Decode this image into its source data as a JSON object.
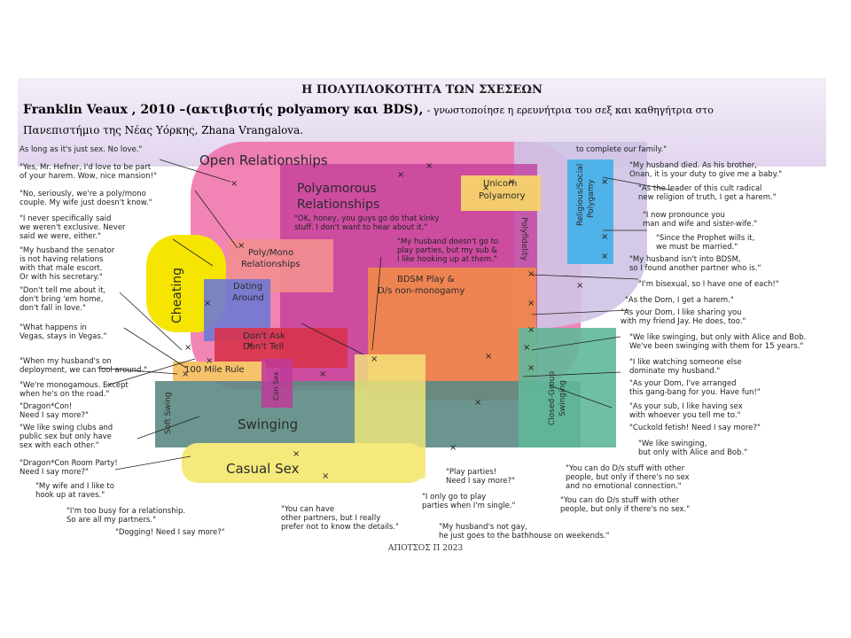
{
  "header": {
    "title": "Η ΠΟΛΥΠΛΟΚΟΤΗΤΑ ΤΩΝ ΣΧΕΣΕΩΝ",
    "author": "Franklin Veaux , 2010 –(ακτιβιστής polyamory και BDS),",
    "note": "- γνωστοποίησε η ερευνήτρια του σεξ και καθηγήτρια στο",
    "line2": "Πανεπιστήμιο της Νέας Υόρκης, Zhana Vrangalova."
  },
  "regions": {
    "open": "Open Relationships",
    "poly1": "Polyamorous",
    "poly2": "Relationships",
    "unicorn1": "Unicorn",
    "unicorn2": "Polyamory",
    "polyfidelity": "Polyfidelity",
    "religious1": "Religious/Social",
    "religious2": "Polygamy",
    "polymono1": "Poly/Mono",
    "polymono2": "Relationships",
    "cheating": "Cheating",
    "dating1": "Dating",
    "dating2": "Around",
    "bdsm1": "BDSM Play &",
    "bdsm2": "D/s non-monogamy",
    "dontask1": "Don't Ask",
    "dontask2": "Don't Tell",
    "mile": "100 Mile Rule",
    "consex": "Con Sex",
    "softswing": "Soft Swing",
    "swinging": "Swinging",
    "closedgroup1": "Closed-Group",
    "closedgroup2": "Swinging",
    "casual": "Casual Sex"
  },
  "quotes": {
    "q1": "As long as it's just sex. No love.\"",
    "q2": "\"Yes, Mr. Hefner, I'd love to be part\nof your harem. Wow, nice mansion!\"",
    "q3": "\"No, seriously, we're a poly/mono\ncouple. My wife just doesn't know.\"",
    "q4": "\"I never specifically said\nwe weren't exclusive. Never\nsaid we were, either.\"",
    "q5": "\"My husband the senator\nis not having relations\nwith that male escort.\nOr with his secretary.\"",
    "q6": "\"Don't tell me about it,\ndon't bring 'em home,\ndon't fall in love.\"",
    "q7": "\"What happens in\nVegas, stays in Vegas.\"",
    "q8": "\"When my husband's on\ndeployment, we can fool around.\"",
    "q9": "\"We're monogamous. Except\nwhen he's on the road.\"",
    "q10": "\"Dragon*Con!\nNeed I say more?\"",
    "q11": "\"We like swing clubs and\npublic sex but only have\nsex with each other.\"",
    "q12": "\"Dragon*Con Room Party!\nNeed I say more?\"",
    "q13": "\"My wife and I like to\nhook up at raves.\"",
    "q14": "\"I'm too busy for a relationship.\nSo are all my partners.\"",
    "q15": "\"Dogging! Need I say more?\"",
    "q16": "\"You can have\nother partners, but I really\nprefer not to know the details.\"",
    "q17": "\"Play parties!\nNeed I say more?\"",
    "q18": "\"I only go to play\nparties when I'm single.\"",
    "q19": "\"My husband's not gay,\nhe just goes to the bathhouse on weekends.\"",
    "q20": "\"OK, honey, you guys go do that kinky\nstuff. I don't want to hear about it.\"",
    "q21": "\"My husband doesn't go to\nplay parties, but my sub &\nI like hooking up at them.\"",
    "q22": "to complete our family.\"",
    "q23": "\"My husband died. As his brother,\nOnan, it is your duty to give me a baby.\"",
    "q24": "\"As the leader of this cult radical\nnew religion of truth, I get a harem.\"",
    "q25": "\"I now pronounce you\nman and wife and sister-wife.\"",
    "q26": "\"Since the Prophet wills it,\nwe must be married.\"",
    "q27": "\"My husband isn't into BDSM,\nso I found another partner who is.\"",
    "q28": "\"I'm bisexual, so I have one of each!\"",
    "q29": "\"As the Dom, I get a harem.\"",
    "q30": "\"As your Dom, I like sharing you\nwith my friend Jay. He does, too.\"",
    "q31": "\"We like swinging, but only with Alice and Bob.\nWe've been swinging with them for 15 years.\"",
    "q32": "\"I like watching someone else\ndominate my husband.\"",
    "q33": "\"As your Dom, I've arranged\nthis gang-bang for you. Have fun!\"",
    "q34": "\"As your sub, I like having sex\nwith whoever you tell me to.\"",
    "q35": "\"Cuckold fetish! Need I say more?\"",
    "q36": "\"We like swinging,\nbut only with Alice and Bob.\"",
    "q37": "\"You can do D/s stuff with other\npeople, but only if there's no sex\nand no emotional connection.\"",
    "q38": "\"You can do D/s stuff with other\npeople, but only if there's no sex.\""
  },
  "footer": "ΑΠΟΤΣΟΣ Π 2023",
  "colors": {
    "open": "#f06fa8",
    "poly": "#c0399a",
    "bdsm": "#f1894a",
    "swinging": "#5c8a83",
    "casual": "#f4e97a",
    "cheating": "#f5e500",
    "religious": "#4fb2e8",
    "polyfidelity": "#cfc3e6",
    "unicorn": "#f6d36a",
    "dating": "#6e79d4",
    "dontask": "#d8334a",
    "closedgroup": "#5fb89a"
  }
}
